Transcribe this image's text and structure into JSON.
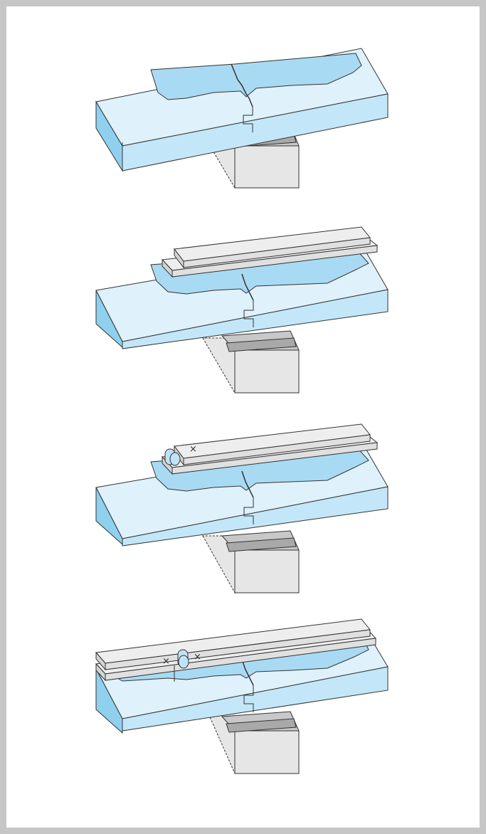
{
  "colors": {
    "frame": "#c6c6c6",
    "slab_top": "#dff1fb",
    "slab_front": "#c3e7f8",
    "slab_side": "#8fd0ef",
    "water": "#a9daf3",
    "support_front": "#e6e6e6",
    "support_top": "#c8c8c8",
    "support_stripe": "#a9a9a9",
    "board_top": "#eeeeee",
    "board_front": "#e0e0e0",
    "roller": "#bfe3f6",
    "outline": "#333333"
  },
  "steps": [
    {
      "id": "step-1",
      "boards": 0,
      "roller": "none",
      "marks": []
    },
    {
      "id": "step-2",
      "boards": 2,
      "roller": "none",
      "marks": []
    },
    {
      "id": "step-3",
      "boards": 2,
      "roller": "left",
      "marks": [
        "×"
      ]
    },
    {
      "id": "step-4",
      "boards": 2,
      "roller": "middle",
      "marks": [
        "×",
        "×"
      ]
    }
  ]
}
